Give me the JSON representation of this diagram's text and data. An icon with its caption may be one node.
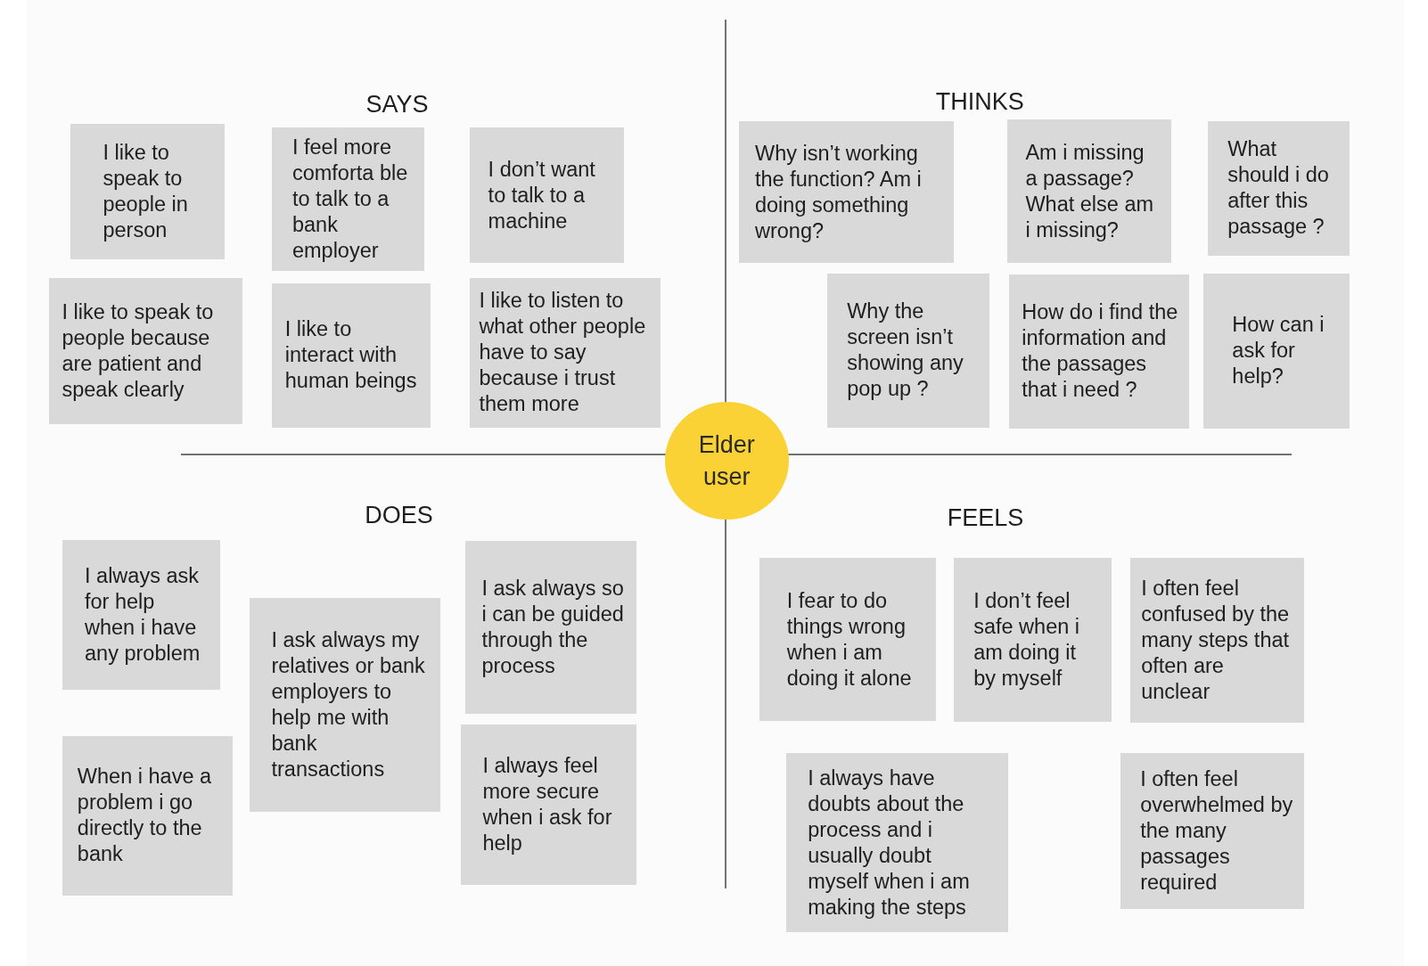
{
  "diagram": {
    "nodes": [
      {
        "text": [
          "I like to speak to people in person"
        ]
      },
      {
        "text": [
          "I feel more comforta ble to talk to a bank employer"
        ]
      },
      {
        "text": [
          "I don’t want to talk to a machine"
        ]
      },
      {
        "text": [
          "I like to speak to people because are patient and speak clearly"
        ]
      },
      {
        "text": [
          "I like to interact with human beings"
        ]
      },
      {
        "text": [
          "I like to listen to what other people have to say because i trust them more"
        ]
      },
      {
        "text": [
          "Why isn’t working the function? Am i doing something wrong?"
        ]
      },
      {
        "text": [
          "Am i missing a passage? What else am i missing?"
        ]
      },
      {
        "text": [
          "What should i do after this passage ?"
        ]
      },
      {
        "text": [
          "Why the screen isn’t showing any pop up ?"
        ]
      },
      {
        "text": [
          "How do i find the information and the passages that i need ?"
        ]
      },
      {
        "text": [
          "How can i ask for help?"
        ]
      },
      {
        "text": [
          "Elder user"
        ]
      },
      {
        "text": [
          "I always ask for help when i have any problem"
        ]
      },
      {
        "text": [
          "I ask always my relatives or bank employers to help me with bank transactions"
        ]
      },
      {
        "text": [
          "I ask always so i can be guided through the process"
        ]
      },
      {
        "text": [
          "When i have a problem i go directly to the bank"
        ]
      },
      {
        "text": [
          "I always feel more secure when i ask for help"
        ]
      },
      {
        "text": [
          "I fear to do things wrong when i am doing it alone"
        ]
      },
      {
        "text": [
          "I don’t feel safe when i am doing it by myself"
        ]
      },
      {
        "text": [
          "I often feel confused by the many steps that often are unclear"
        ]
      },
      {
        "text": [
          "I always have doubts about the process and i usually doubt myself when i am making the steps"
        ]
      },
      {
        "text": [
          "I often feel overwhelmed by the many passages required"
        ]
      }
    ],
    "labels": [
      "SAYS",
      "THINKS",
      "DOES",
      "FEELS"
    ]
  }
}
